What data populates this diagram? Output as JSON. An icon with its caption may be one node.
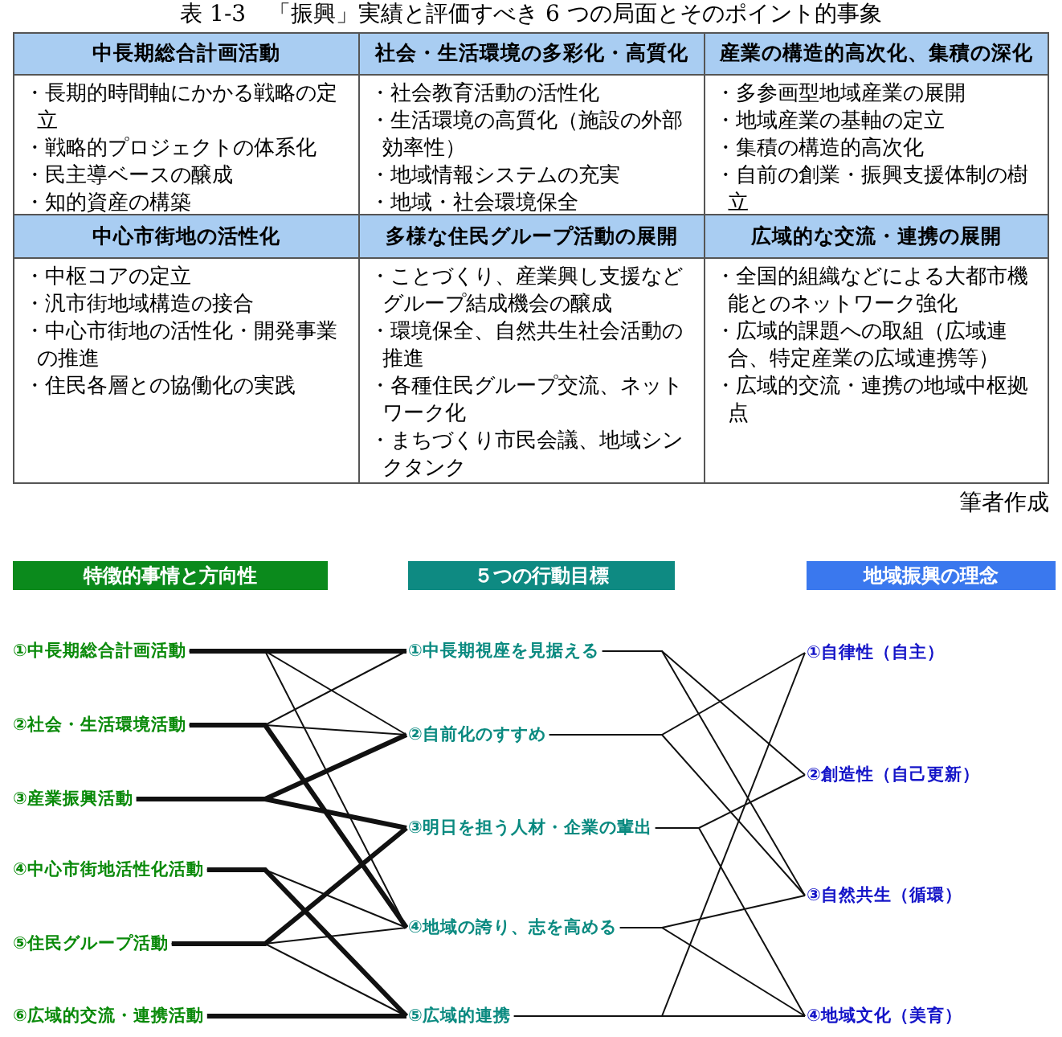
{
  "diagram": {
    "title": "表 1-3　「振興」実績と評価すべき 6 つの局面とそのポイント的事象",
    "nodes": [
      {
        "text": [
          "中長期総合計画活動"
        ]
      },
      {
        "text": [
          "社会・生活環境の多彩化・高質化"
        ]
      },
      {
        "text": [
          "産業の構造的高次化、集積の深化"
        ]
      },
      {
        "text": [
          "・長期的時間軸にかかる戦略の定立",
          "・戦略的プロジェクトの体系化",
          "・民主導ベースの醸成",
          "・知的資産の構築"
        ]
      },
      {
        "text": [
          "・社会教育活動の活性化",
          "・生活環境の高質化（施設の外部効率性）",
          "・地域情報システムの充実",
          "・地域・社会環境保全"
        ]
      },
      {
        "text": [
          "・多参画型地域産業の展開",
          "・地域産業の基軸の定立",
          "・集積の構造的高次化",
          "・自前の創業・振興支援体制の樹立"
        ]
      },
      {
        "text": [
          "中心市街地の活性化"
        ]
      },
      {
        "text": [
          "多様な住民グループ活動の展開"
        ]
      },
      {
        "text": [
          "広域的な交流・連携の展開"
        ]
      },
      {
        "text": [
          "・中枢コアの定立",
          "・汎市街地域構造の接合",
          "・中心市街地の活性化・開発事業の推進",
          "・住民各層との協働化の実践"
        ]
      },
      {
        "text": [
          "・ことづくり、産業興し支援などグループ結成機会の醸成",
          "・環境保全、自然共生社会活動の推進",
          "・各種住民グループ交流、ネットワーク化",
          "・まちづくり市民会議、地域シンクタンク"
        ]
      },
      {
        "text": [
          "・全国的組織などによる大都市機能とのネットワーク強化",
          "・広域的課題への取組（広域連合、特定産業の広域連携等）",
          "・広域的交流・連携の地域中枢拠点"
        ]
      },
      {
        "text": [
          "特徴的事情と方向性"
        ]
      },
      {
        "text": [
          "５つの行動目標"
        ]
      },
      {
        "text": [
          "地域振興の理念"
        ]
      },
      {
        "text": [
          "①中長期総合計画活動"
        ]
      },
      {
        "text": [
          "②社会・生活環境活動"
        ]
      },
      {
        "text": [
          "③産業振興活動"
        ]
      },
      {
        "text": [
          "④中心市街地活性化活動"
        ]
      },
      {
        "text": [
          "⑤住民グループ活動"
        ]
      },
      {
        "text": [
          "⑥広域的交流・連携活動"
        ]
      },
      {
        "text": [
          "①中長期視座を見据える"
        ]
      },
      {
        "text": [
          "②自前化のすすめ"
        ]
      },
      {
        "text": [
          "③明日を担う人材・企業の輩出"
        ]
      },
      {
        "text": [
          "④地域の誇り、志を高める"
        ]
      },
      {
        "text": [
          "⑤広域的連携"
        ]
      },
      {
        "text": [
          "①自律性（自主）"
        ]
      },
      {
        "text": [
          "②創造性（自己更新）"
        ]
      },
      {
        "text": [
          "③自然共生（循環）"
        ]
      },
      {
        "text": [
          "④地域文化（美育）"
        ]
      }
    ],
    "edges": [
      {
        "from": 15,
        "to": 21,
        "arrow": "none",
        "style": "thick"
      },
      {
        "from": 15,
        "to": 22,
        "arrow": "none"
      },
      {
        "from": 15,
        "to": 24,
        "arrow": "none"
      },
      {
        "from": 16,
        "to": 21,
        "arrow": "none"
      },
      {
        "from": 16,
        "to": 22,
        "arrow": "none"
      },
      {
        "from": 16,
        "to": 24,
        "arrow": "none",
        "style": "thick"
      },
      {
        "from": 17,
        "to": 22,
        "arrow": "none",
        "style": "thick"
      },
      {
        "from": 17,
        "to": 23,
        "arrow": "none",
        "style": "thick"
      },
      {
        "from": 18,
        "to": 24,
        "arrow": "none"
      },
      {
        "from": 18,
        "to": 25,
        "arrow": "none",
        "style": "thick"
      },
      {
        "from": 19,
        "to": 23,
        "arrow": "none",
        "style": "thick"
      },
      {
        "from": 19,
        "to": 24,
        "arrow": "none"
      },
      {
        "from": 19,
        "to": 25,
        "arrow": "none"
      },
      {
        "from": 20,
        "to": 25,
        "arrow": "none",
        "style": "thick"
      },
      {
        "from": 21,
        "to": 27,
        "arrow": "none"
      },
      {
        "from": 21,
        "to": 28,
        "arrow": "none"
      },
      {
        "from": 22,
        "to": 26,
        "arrow": "none"
      },
      {
        "from": 22,
        "to": 28,
        "arrow": "none"
      },
      {
        "from": 23,
        "to": 27,
        "arrow": "none"
      },
      {
        "from": 23,
        "to": 29,
        "arrow": "none"
      },
      {
        "from": 24,
        "to": 28,
        "arrow": "none"
      },
      {
        "from": 24,
        "to": 29,
        "arrow": "none"
      },
      {
        "from": 25,
        "to": 26,
        "arrow": "none"
      },
      {
        "from": 25,
        "to": 29,
        "arrow": "none"
      }
    ],
    "labels": [
      "筆者作成"
    ]
  }
}
